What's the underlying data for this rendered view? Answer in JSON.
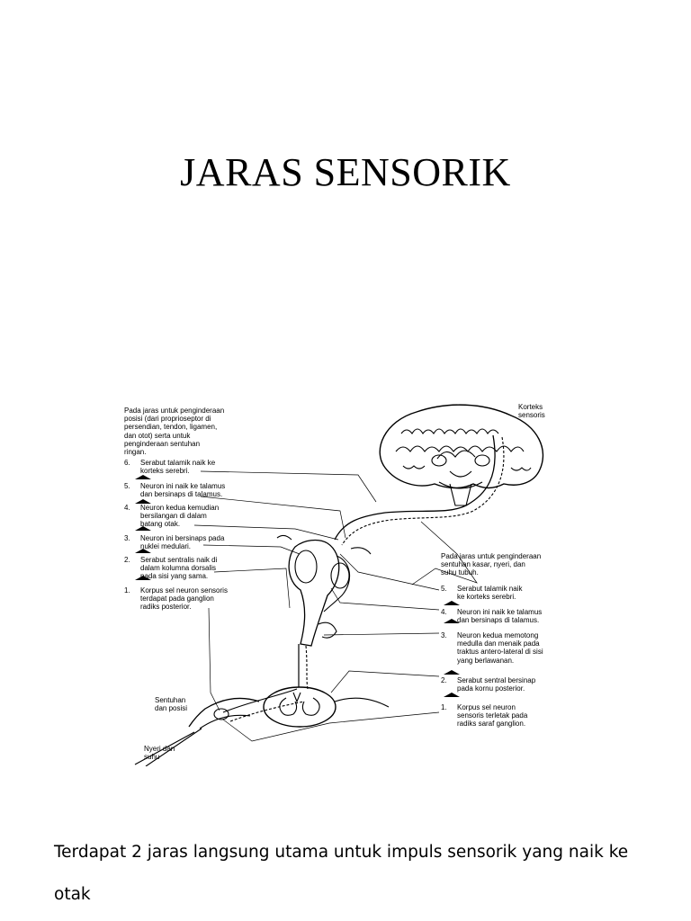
{
  "title": "JARAS SENSORIK",
  "figure": {
    "left_intro": "Pada jaras untuk penginderaan\nposisi (dari proprioseptor di\npersendian, tendon, ligamen,\ndan otot) serta untuk\npenginderaan sentuhan\nringan.",
    "left_steps": [
      {
        "num": "6.",
        "text": "Serabut talamik naik ke\nkorteks serebri."
      },
      {
        "num": "5.",
        "text": "Neuron ini naik ke talamus\ndan bersinaps di talamus."
      },
      {
        "num": "4.",
        "text": "Neuron kedua kemudian\nbersilangan di dalam\nbatang otak."
      },
      {
        "num": "3.",
        "text": "Neuron ini bersinaps pada\nnuklei medulari."
      },
      {
        "num": "2.",
        "text": "Serabut sentralis naik di\ndalam kolumna dorsalis\npada sisi yang sama."
      },
      {
        "num": "1.",
        "text": "Korpus sel neuron sensoris\nterdapat pada ganglion\nradiks posterior."
      }
    ],
    "cortex_label": "Korteks\nsensoris",
    "right_intro": "Pada jaras untuk penginderaan\nsentuhan kasar, nyeri, dan\nsuhu tubuh.",
    "right_steps": [
      {
        "num": "5.",
        "text": "Serabut talamik naik\nke korteks serebri."
      },
      {
        "num": "4.",
        "text": "Neuron ini naik ke talamus\ndan bersinaps di talamus."
      },
      {
        "num": "3.",
        "text": "Neuron kedua memotong\nmedulla dan menaik pada\ntraktus antero-lateral di sisi\nyang berlawanan."
      },
      {
        "num": "2.",
        "text": "Serabut sentral bersinap\npada kornu posterior."
      },
      {
        "num": "1.",
        "text": "Korpus sel neuron\nsensoris terletak pada\nradiks saraf ganglion."
      }
    ],
    "touch_label": "Sentuhan\ndan posisi",
    "pain_label": "Nyeri dan\nsuhu"
  },
  "body_text": "Terdapat 2 jaras langsung utama untuk impuls sensorik yang naik ke otak"
}
